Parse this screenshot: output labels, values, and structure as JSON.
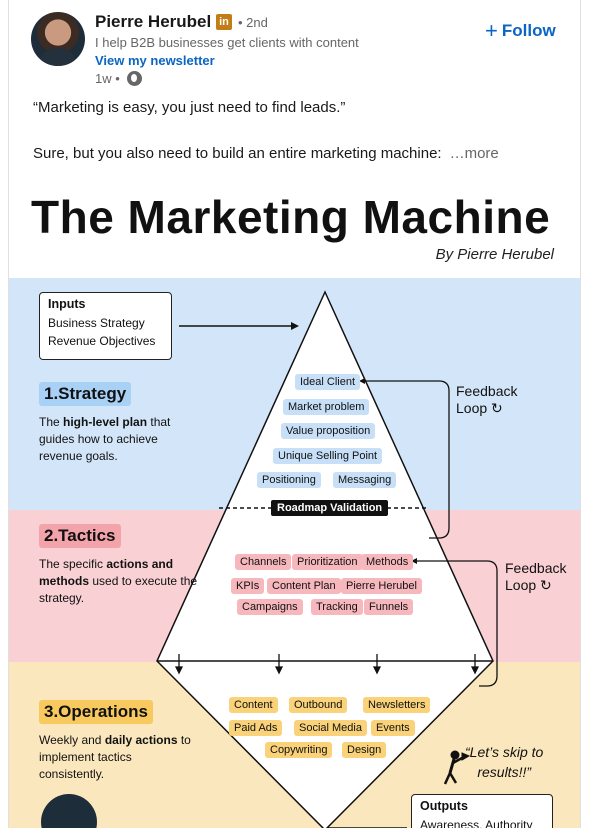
{
  "post": {
    "author_name": "Pierre Herubel",
    "badge": "in",
    "degree": "• 2nd",
    "headline": "I help B2B businesses get clients with content",
    "newsletter_link": "View my newsletter",
    "timestamp": "1w •",
    "follow_label": "Follow",
    "follow_plus": "+",
    "text_line1": "“Marketing is easy, you just need to find leads.”",
    "text_line2": "Sure, but you also need to build an entire marketing machine:",
    "more_label": "…more"
  },
  "infographic": {
    "title": "The Marketing Machine",
    "byline": "By Pierre Herubel",
    "inputs": {
      "title": "Inputs",
      "lines": [
        "Business Strategy",
        "Revenue Objectives"
      ]
    },
    "strategy": {
      "title": "1.Strategy",
      "desc_pre": "The ",
      "desc_bold": "high-level plan",
      "desc_post": " that guides how to achieve revenue goals.",
      "pills": [
        "Ideal Client",
        "Market problem",
        "Value proposition",
        "Unique Selling Point",
        "Positioning",
        "Messaging"
      ]
    },
    "roadmap": "Roadmap Validation",
    "tactics": {
      "title": "2.Tactics",
      "desc_pre": "The specific ",
      "desc_bold": "actions and methods",
      "desc_post": " used to execute the strategy.",
      "pills": [
        "Channels",
        "Prioritization",
        "Methods",
        "KPIs",
        "Content Plan",
        "Pierre Herubel",
        "Campaigns",
        "Tracking",
        "Funnels"
      ]
    },
    "operations": {
      "title": "3.Operations",
      "desc_pre": "Weekly and ",
      "desc_bold": "daily actions",
      "desc_post": " to implement tactics consistently.",
      "pills": [
        "Content",
        "Outbound",
        "Newsletters",
        "Paid Ads",
        "Social Media",
        "Events",
        "Copywriting",
        "Design"
      ]
    },
    "feedback1": [
      "Feedback",
      "Loop ↻"
    ],
    "feedback2": [
      "Feedback",
      "Loop ↻"
    ],
    "quote": [
      "“Let’s skip to",
      "results!!”"
    ],
    "outputs": {
      "title": "Outputs",
      "line": "Awareness, Authority"
    },
    "colors": {
      "blue": "#d3e6f9",
      "pink": "#f9d1d4",
      "yellow": "#fbe7bd"
    }
  }
}
